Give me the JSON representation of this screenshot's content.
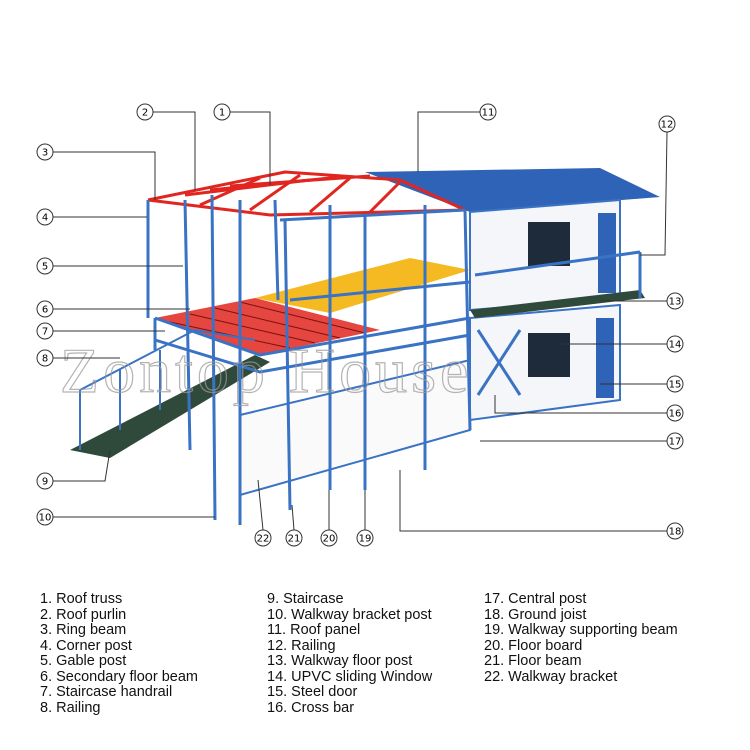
{
  "watermark": "Zontop House",
  "colors": {
    "frame": "#3a73c4",
    "truss": "#e0261f",
    "roof": "#2f63b8",
    "floor": "#f5b921",
    "stair": "#2f4a3a",
    "wall": "#ffffff"
  },
  "callouts": [
    "1",
    "2",
    "3",
    "4",
    "5",
    "6",
    "7",
    "8",
    "9",
    "10",
    "11",
    "12",
    "13",
    "14",
    "15",
    "16",
    "17",
    "18",
    "19",
    "20",
    "21",
    "22"
  ],
  "legend": {
    "col1": [
      "1. Roof truss",
      "2. Roof purlin",
      "3. Ring beam",
      "4. Corner post",
      "5. Gable post",
      "6. Secondary floor beam",
      "7. Staircase handrail",
      "8. Railing"
    ],
    "col2": [
      "9. Staircase",
      "10. Walkway bracket post",
      "11. Roof panel",
      "12. Railing",
      "13. Walkway floor post",
      "14. UPVC sliding Window",
      "15. Steel door",
      "16. Cross bar"
    ],
    "col3": [
      "17. Central post",
      "18. Ground joist",
      "19. Walkway supporting beam",
      "20. Floor board",
      "21. Floor beam",
      "22. Walkway bracket"
    ]
  }
}
